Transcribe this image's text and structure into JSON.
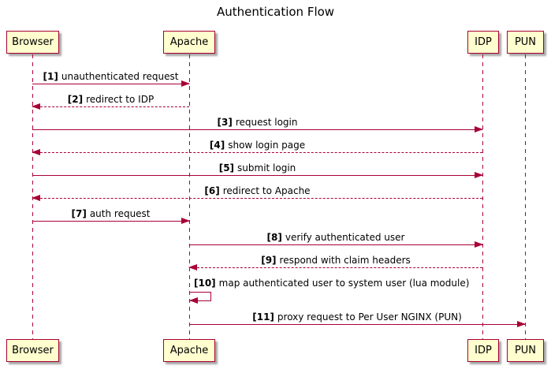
{
  "title": "Authentication Flow",
  "participants": [
    {
      "label": "Browser"
    },
    {
      "label": "Apache"
    },
    {
      "label": "IDP"
    },
    {
      "label": "PUN"
    }
  ],
  "messages": [
    {
      "seq": "[1]",
      "label": "unauthenticated request",
      "from": "Browser",
      "to": "Apache",
      "line": "solid"
    },
    {
      "seq": "[2]",
      "label": "redirect to IDP",
      "from": "Apache",
      "to": "Browser",
      "line": "dashed"
    },
    {
      "seq": "[3]",
      "label": "request login",
      "from": "Browser",
      "to": "IDP",
      "line": "solid"
    },
    {
      "seq": "[4]",
      "label": "show login page",
      "from": "IDP",
      "to": "Browser",
      "line": "dashed"
    },
    {
      "seq": "[5]",
      "label": "submit login",
      "from": "Browser",
      "to": "IDP",
      "line": "solid"
    },
    {
      "seq": "[6]",
      "label": "redirect to Apache",
      "from": "IDP",
      "to": "Browser",
      "line": "dashed"
    },
    {
      "seq": "[7]",
      "label": "auth request",
      "from": "Browser",
      "to": "Apache",
      "line": "solid"
    },
    {
      "seq": "[8]",
      "label": "verify authenticated user",
      "from": "Apache",
      "to": "IDP",
      "line": "solid"
    },
    {
      "seq": "[9]",
      "label": "respond with claim headers",
      "from": "IDP",
      "to": "Apache",
      "line": "dashed"
    },
    {
      "seq": "[10]",
      "label": "map authenticated user to system user (lua module)",
      "from": "Apache",
      "to": "Apache",
      "line": "solid"
    },
    {
      "seq": "[11]",
      "label": "proxy request to Per User NGINX (PUN)",
      "from": "Apache",
      "to": "PUN",
      "line": "solid"
    }
  ],
  "colors": {
    "accent": "#A80036",
    "participant_fill": "#FEFECE",
    "text": "#000000"
  }
}
